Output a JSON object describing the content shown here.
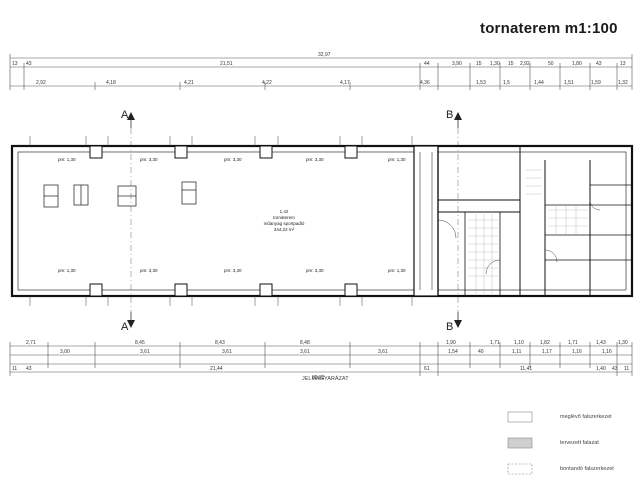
{
  "title": "tornaterem m1:100",
  "top_dims": {
    "overall": "32,97",
    "row1": [
      "13",
      "43",
      "21,51",
      "44",
      "3,90",
      "15",
      "1,30",
      "15",
      "2,92",
      "50",
      "1,80",
      "43",
      "13"
    ],
    "row2": [
      "2,92",
      "4,18",
      "4,21",
      "4,22",
      "4,17",
      "4,36",
      "1,53",
      "1,5",
      "1,44",
      "1,51",
      "1,59",
      "1,32"
    ]
  },
  "bottom_dims": {
    "row1": [
      "2,71",
      "8,45",
      "8,43",
      "8,48",
      "1,90",
      "1,71",
      "1,10",
      "1,82",
      "1,71",
      "1,43",
      "1,30"
    ],
    "row2": [
      "3,00",
      "3,61",
      "3,61",
      "3,61",
      "3,61",
      "1,54",
      "40",
      "1,11",
      "1,17",
      "1,16",
      "1,16"
    ],
    "row3": [
      "11",
      "43",
      "21,44",
      "61",
      "11,41",
      "1,40",
      "43",
      "11"
    ],
    "overall": "32,82"
  },
  "sections": {
    "a": "A",
    "b": "B"
  },
  "rooms": {
    "hall_number": "1.42",
    "hall_name": "tornaterem",
    "hall_floor": "műanyag sportpadló",
    "hall_area": "344,22 m²"
  },
  "parapets": [
    "pm: 1,30",
    "pm: 3,30",
    "pm: 3,30",
    "pm: 3,30",
    "pm: 1,30"
  ],
  "legend": {
    "title": "JELMAGYARÁZAT",
    "items": [
      "meglévő falszerkezet",
      "tervezett falazat",
      "bontandó falszerkezet"
    ]
  }
}
